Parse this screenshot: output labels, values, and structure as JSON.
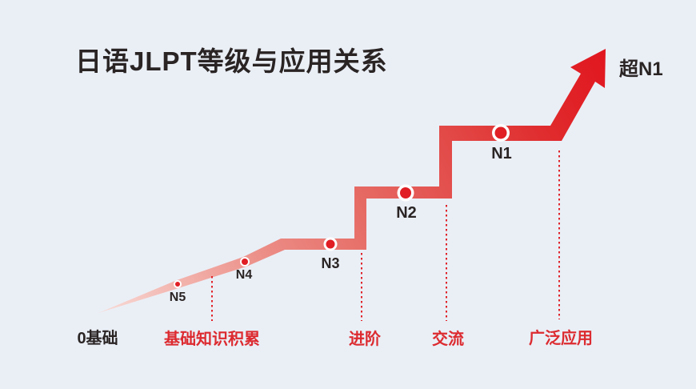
{
  "title": "日语JLPT等级与应用关系",
  "colors": {
    "background": "#eaeff6",
    "ribbon_gradient_start": "#f8ddd9",
    "ribbon_gradient_end": "#e1161f",
    "marker_dot_red": "#e01e24",
    "marker_ring_white": "#ffffff",
    "dotted_line_red": "#e02329",
    "stage_label_red": "#dc2b30",
    "text_black": "#2a2424"
  },
  "levels": [
    {
      "label": "N5"
    },
    {
      "label": "N4"
    },
    {
      "label": "N3"
    },
    {
      "label": "N2"
    },
    {
      "label": "N1"
    },
    {
      "label": "超N1"
    }
  ],
  "stages": [
    {
      "label": "0基础"
    },
    {
      "label": "基础知识积累"
    },
    {
      "label": "进阶"
    },
    {
      "label": "交流"
    },
    {
      "label": "广泛应用"
    }
  ],
  "chart_data": {
    "type": "line",
    "subtype": "stepped-progression-infographic",
    "title": "日语JLPT等级与应用关系",
    "x_stages": [
      "0基础",
      "基础知识积累",
      "进阶",
      "交流",
      "广泛应用"
    ],
    "series": [
      {
        "name": "JLPT等级",
        "points": [
          {
            "level": "N5",
            "stage": "基础知识积累"
          },
          {
            "level": "N4",
            "stage": "基础知识积累"
          },
          {
            "level": "N3",
            "stage": "进阶"
          },
          {
            "level": "N2",
            "stage": "交流"
          },
          {
            "level": "N1",
            "stage": "广泛应用"
          },
          {
            "level": "超N1",
            "stage": "广泛应用"
          }
        ]
      }
    ],
    "legend": false,
    "axes": false
  }
}
